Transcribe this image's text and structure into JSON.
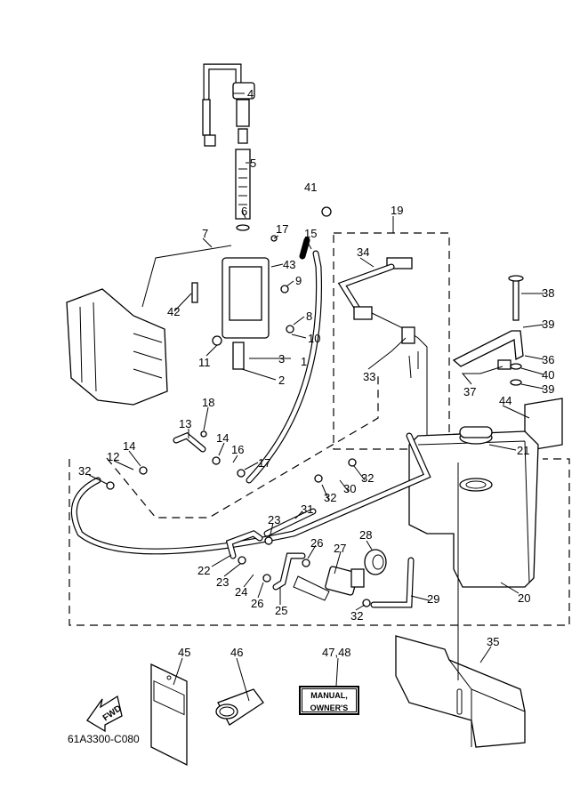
{
  "diagram_code": "61A3300-C080",
  "manual_box": {
    "line1": "MANUAL,",
    "line2": "OWNER'S"
  },
  "fwd_mark": "FWD",
  "callouts": [
    "4",
    "5",
    "41",
    "6",
    "7",
    "17",
    "15",
    "19",
    "34",
    "43",
    "9",
    "38",
    "42",
    "8",
    "10",
    "39",
    "36",
    "3",
    "1",
    "11",
    "2",
    "33",
    "40",
    "37",
    "39",
    "44",
    "18",
    "13",
    "14",
    "14",
    "16",
    "21",
    "17",
    "12",
    "32",
    "32",
    "30",
    "32",
    "31",
    "23",
    "28",
    "26",
    "27",
    "22",
    "23",
    "24",
    "20",
    "29",
    "26",
    "25",
    "32",
    "35",
    "45",
    "46",
    "47,48"
  ]
}
